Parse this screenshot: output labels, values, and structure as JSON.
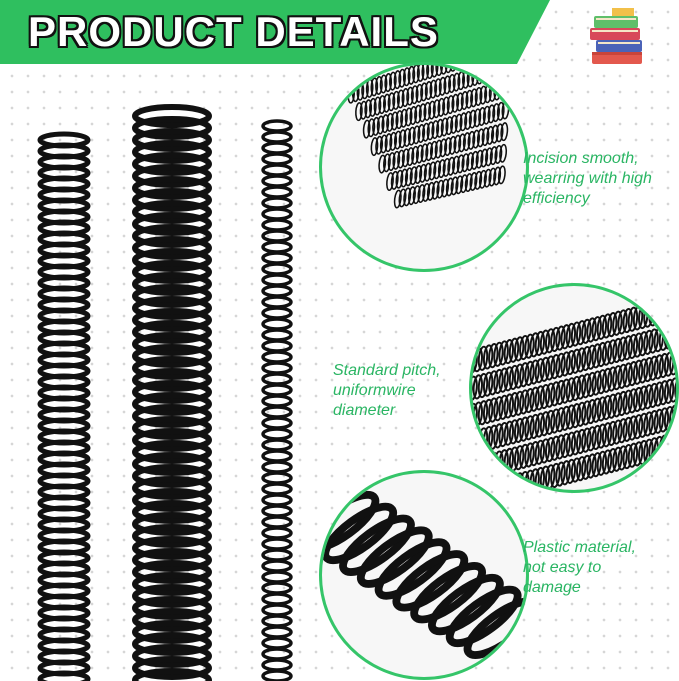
{
  "header": {
    "title": "PRODUCT DETAILS",
    "accent_color": "#2fbf5f"
  },
  "logo": {
    "icon": "books-stack-icon"
  },
  "features": [
    {
      "lines": [
        "Incision smooth,",
        "wearring with high",
        "efficiency"
      ],
      "image": "spring-coils-closeup"
    },
    {
      "lines": [
        "Standard pitch,",
        "uniformwire",
        "diameter"
      ],
      "image": "spring-coils-rows"
    },
    {
      "lines": [
        "Plastic material,",
        "not easy to",
        "damage"
      ],
      "image": "single-coil-closeup"
    }
  ],
  "product": {
    "image": "three-black-plastic-spiral-coils"
  },
  "colors": {
    "caption": "#2ab563",
    "circle_border": "#35c569",
    "coil": "#111111"
  }
}
